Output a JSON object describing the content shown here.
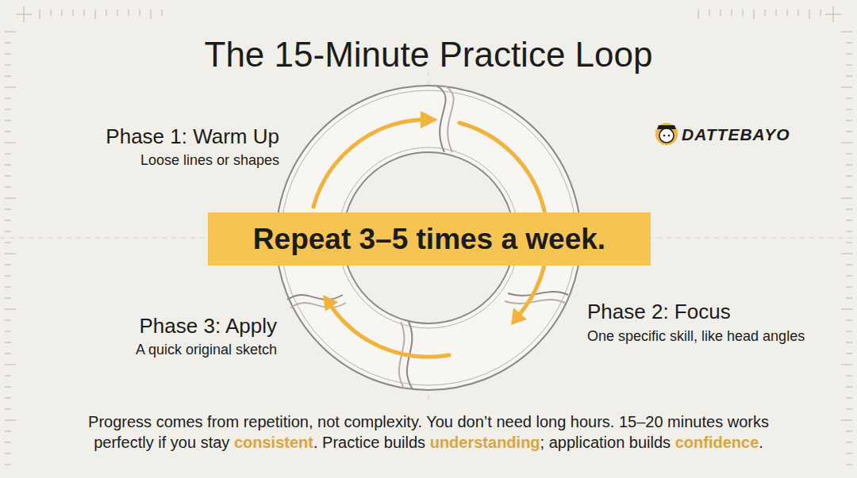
{
  "diagram": {
    "title": "The 15-Minute Practice Loop",
    "nodes": [
      {
        "text": [
          "Repeat 3–5 times a week."
        ]
      }
    ],
    "labels": [
      "Phase 1: Warm Up",
      "Loose lines or shapes",
      "Phase 2: Focus",
      "One specific skill, like head angles",
      "Phase 3: Apply",
      "A quick original sketch",
      "DATTEBAYO",
      "Progress comes from repetition, not complexity. You don’t need long hours. 15–20 minutes works",
      "perfectly if you stay",
      "consistent",
      ". Practice builds",
      "understanding",
      "; application builds",
      "confidence",
      "."
    ]
  }
}
